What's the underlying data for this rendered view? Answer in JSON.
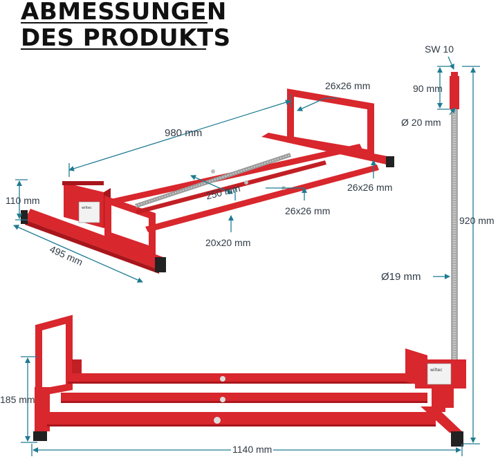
{
  "title": {
    "line1": "ABMESSUNGEN",
    "line2": "DES PRODUKTS"
  },
  "colors": {
    "frame": "#d8272d",
    "frame_dark": "#a8161c",
    "dim": "#1f7b91",
    "text": "#2f3a45",
    "foot": "#222222"
  },
  "labels": {
    "top_square": "26x26 mm",
    "length_top": "980 mm",
    "right_square": "26x26 mm",
    "height_110": "110 mm",
    "inner_250": "250 mm",
    "mid_square": "26x26 mm",
    "round_20": "20x20 mm",
    "width_495": "495 mm",
    "sw": "SW 10",
    "nut_90": "90 mm",
    "dia_20": "Ø  20 mm",
    "rod_920": "920 mm",
    "rod_19": "Ø19 mm",
    "height_185": "185 mm",
    "length_1140": "1140 mm"
  },
  "sticker": {
    "brand": "wiltec"
  }
}
